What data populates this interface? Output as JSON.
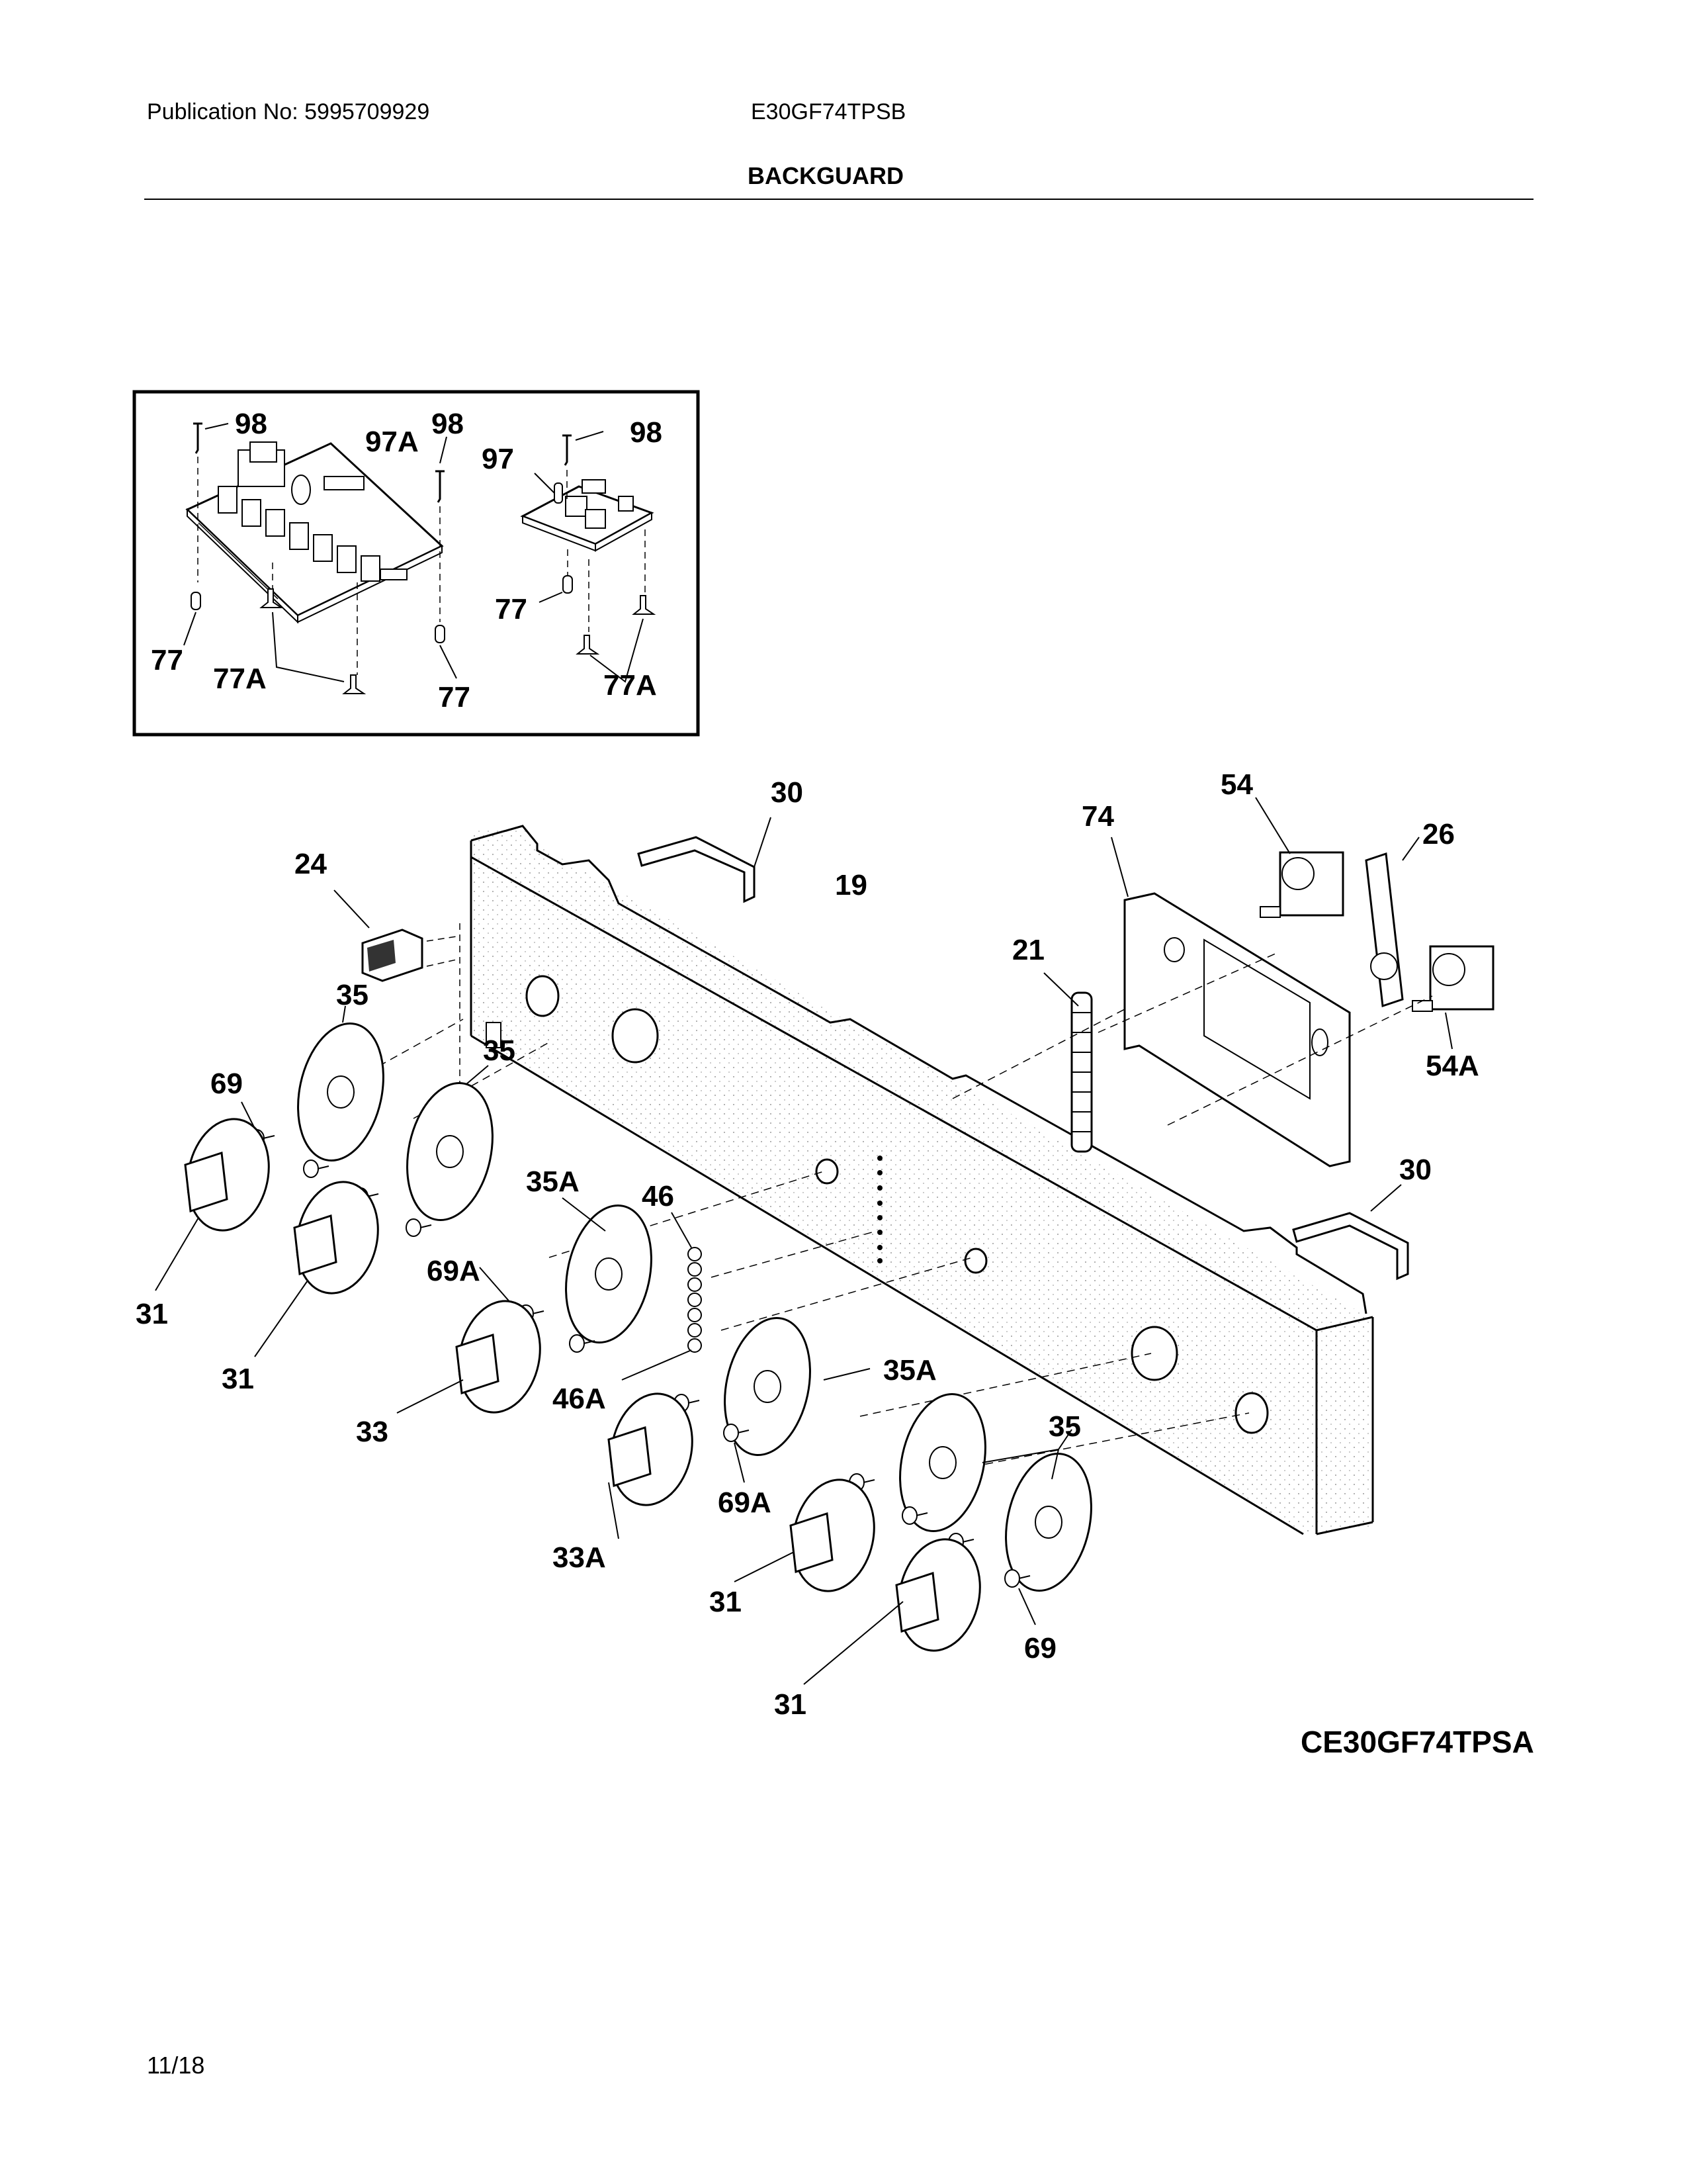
{
  "header": {
    "publication": "Publication No: 5995709929",
    "model": "E30GF74TPSB",
    "section_title": "BACKGUARD"
  },
  "diagram_code": "CE30GF74TPSA",
  "page_number": "11/18",
  "callouts": {
    "c98a": "98",
    "c97A": "97A",
    "c98b": "98",
    "c97": "97",
    "c98c": "98",
    "c77a": "77",
    "c77Aa": "77A",
    "c77b": "77",
    "c77c": "77",
    "c77Ab": "77A",
    "c30a": "30",
    "c54": "54",
    "c74": "74",
    "c26": "26",
    "c24": "24",
    "c19": "19",
    "c21": "21",
    "c35a": "35",
    "c69a": "69",
    "c54A": "54A",
    "c35b": "35",
    "c35Aa": "35A",
    "c46": "46",
    "c30b": "30",
    "c31a": "31",
    "c31b": "31",
    "c69Aa": "69A",
    "c33": "33",
    "c46A": "46A",
    "c35Ab": "35A",
    "c35c": "35",
    "c69Ab": "69A",
    "c33A": "33A",
    "c31c": "31",
    "c69b": "69",
    "c31d": "31"
  }
}
